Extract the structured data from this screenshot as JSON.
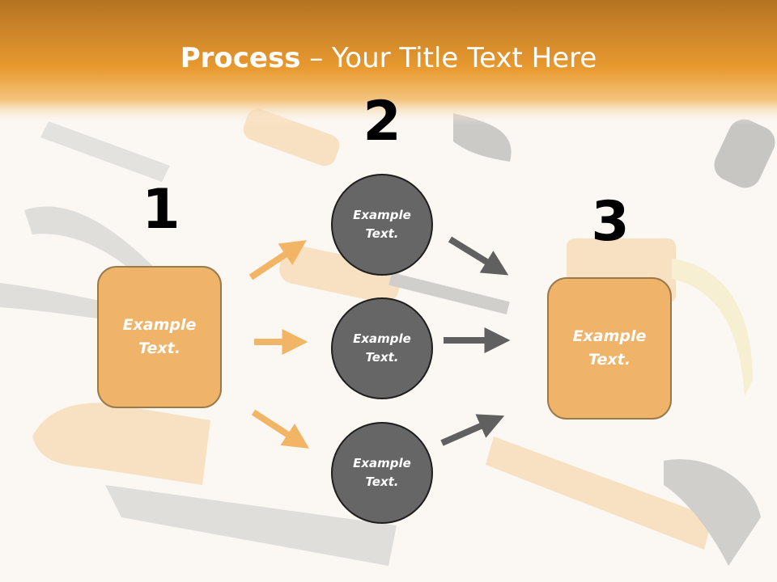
{
  "title": {
    "bold": "Process",
    "rest": " – Your Title Text Here"
  },
  "colors": {
    "header": "#e9992f",
    "box_fill": "#efb469",
    "circle_fill": "#666666",
    "orange_arrow": "#f2b565",
    "gray_arrow": "#606060"
  },
  "steps": [
    {
      "number": "1",
      "text": "Example Text."
    },
    {
      "number": "2",
      "text": "Example Text."
    },
    {
      "number": "3",
      "text": "Example Text."
    }
  ],
  "circles": [
    {
      "text": "Example Text."
    },
    {
      "text": "Example Text."
    },
    {
      "text": "Example Text."
    }
  ]
}
